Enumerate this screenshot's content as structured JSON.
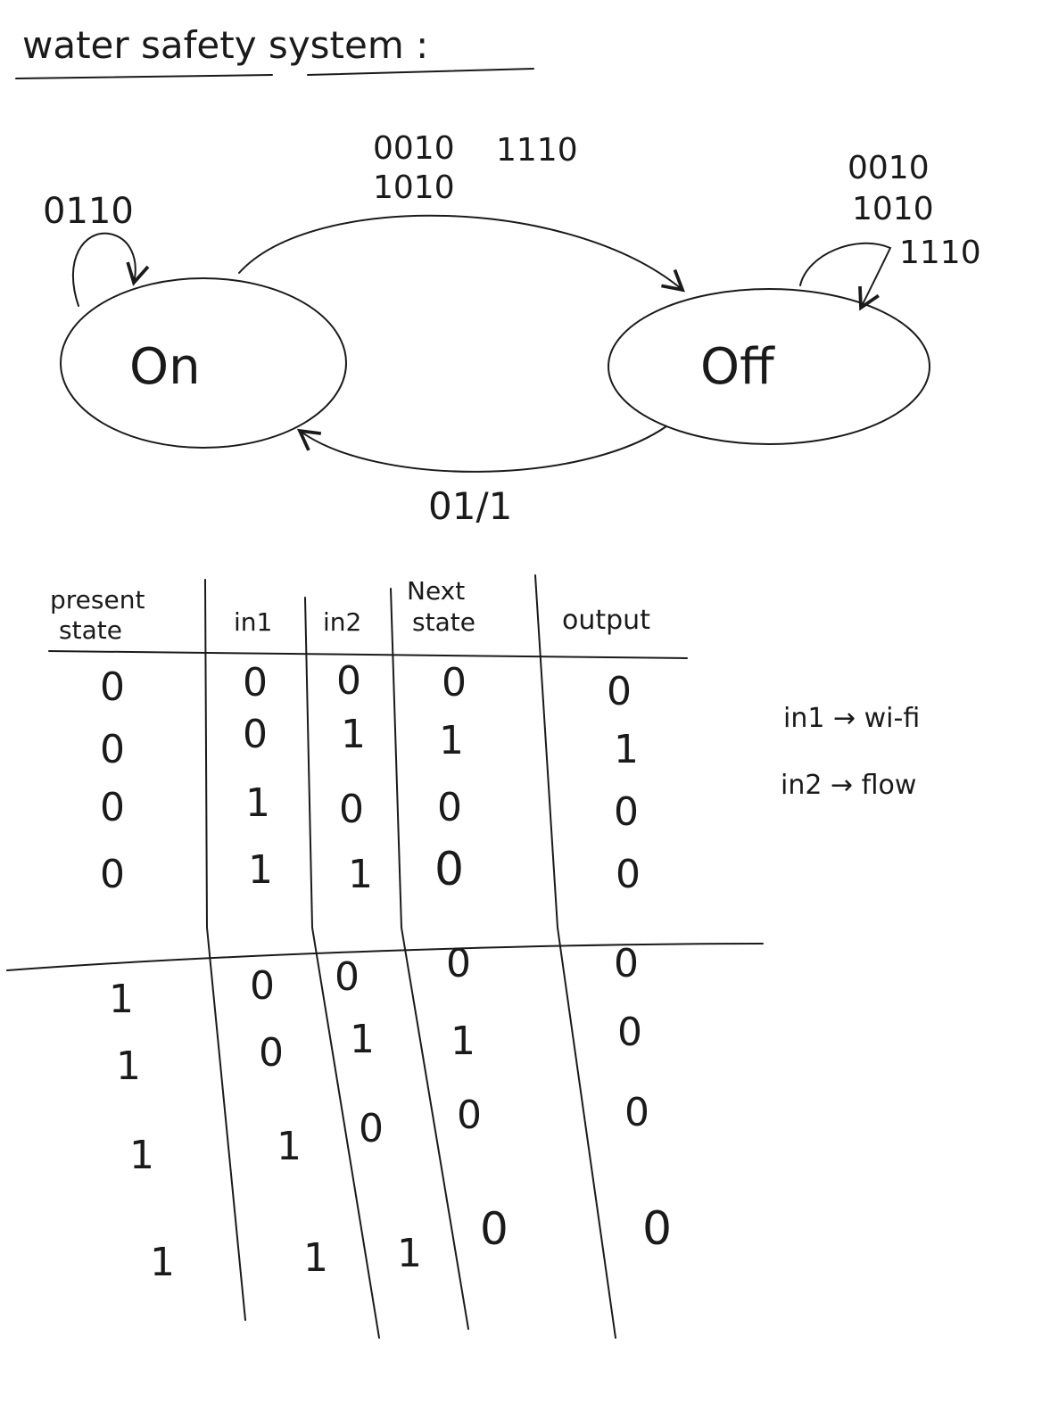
{
  "title": "water safety system :",
  "states": {
    "on": "On",
    "off": "Off"
  },
  "transitions": {
    "on_self": "0110",
    "on_to_off": [
      "0010",
      "1010",
      "1110"
    ],
    "off_self": [
      "0010",
      "1010",
      "1110"
    ],
    "off_to_on": "01/1"
  },
  "table": {
    "headers": {
      "present_state": [
        "present",
        "state"
      ],
      "in1": "in1",
      "in2": "in2",
      "next_state": [
        "Next",
        "state"
      ],
      "output": "output"
    },
    "rows": [
      [
        "0",
        "0",
        "0",
        "0",
        "0"
      ],
      [
        "0",
        "0",
        "1",
        "1",
        "1"
      ],
      [
        "0",
        "1",
        "0",
        "0",
        "0"
      ],
      [
        "0",
        "1",
        "1",
        "0",
        "0"
      ],
      [
        "1",
        "0",
        "0",
        "0",
        "0"
      ],
      [
        "1",
        "0",
        "1",
        "1",
        "0"
      ],
      [
        "1",
        "1",
        "0",
        "0",
        "0"
      ],
      [
        "1",
        "1",
        "1",
        "0",
        "0"
      ]
    ]
  },
  "legend": [
    "in1 → wi-fi",
    "in2 → flow"
  ]
}
